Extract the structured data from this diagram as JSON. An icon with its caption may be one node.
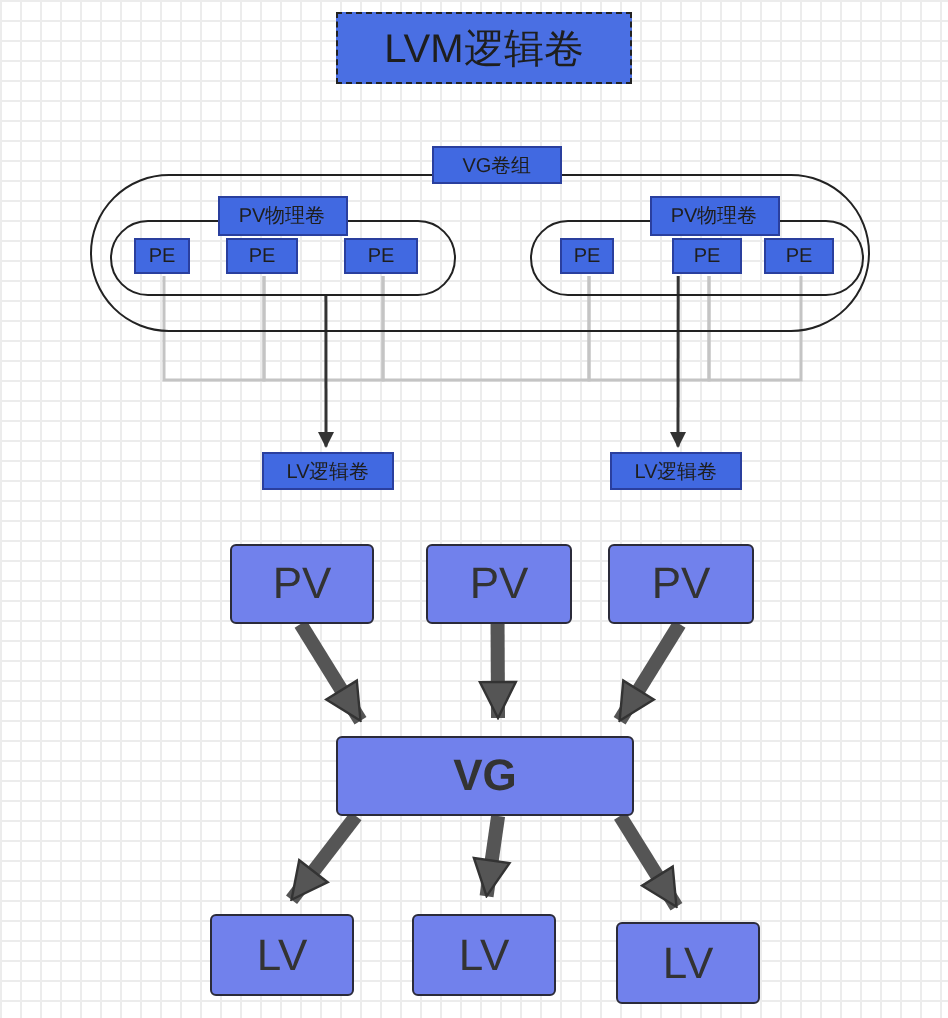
{
  "diagram": {
    "title": "LVM逻辑卷",
    "nodes": [
      {
        "text": [],
        "shape": "box"
      },
      {
        "text": [
          "VG卷组"
        ]
      },
      {
        "text": [],
        "shape": "box",
        "in": 0
      },
      {
        "text": [
          "PV物理卷"
        ],
        "in": 0
      },
      {
        "text": [
          "PE"
        ],
        "in": 2
      },
      {
        "text": [
          "PE"
        ],
        "in": 2
      },
      {
        "text": [
          "PE"
        ],
        "in": 2
      },
      {
        "text": [],
        "shape": "box",
        "in": 0
      },
      {
        "text": [
          "PV物理卷"
        ],
        "in": 0
      },
      {
        "text": [
          "PE"
        ],
        "in": 7
      },
      {
        "text": [
          "PE"
        ],
        "in": 7
      },
      {
        "text": [
          "PE"
        ],
        "in": 7
      },
      {
        "text": [
          "LV逻辑卷"
        ]
      },
      {
        "text": [
          "LV逻辑卷"
        ]
      },
      {
        "text": [
          "PV"
        ]
      },
      {
        "text": [
          "PV"
        ]
      },
      {
        "text": [
          "PV"
        ]
      },
      {
        "text": [
          "VG"
        ]
      },
      {
        "text": [
          "LV"
        ]
      },
      {
        "text": [
          "LV"
        ]
      },
      {
        "text": [
          "LV"
        ]
      }
    ],
    "edges": [
      {
        "from": 4,
        "to": 5,
        "arrow": "none",
        "color": "#c4c4c4"
      },
      {
        "from": 5,
        "to": 6,
        "arrow": "none",
        "color": "#c4c4c4"
      },
      {
        "from": 6,
        "to": 9,
        "arrow": "none",
        "color": "#c4c4c4"
      },
      {
        "from": 9,
        "to": 10,
        "arrow": "none",
        "color": "#c4c4c4"
      },
      {
        "from": 10,
        "to": 11,
        "arrow": "none",
        "color": "#c4c4c4"
      },
      {
        "from": 2,
        "to": 12,
        "arrow": "to"
      },
      {
        "from": 10,
        "to": 13,
        "arrow": "to"
      },
      {
        "from": 14,
        "to": 17,
        "arrow": "to",
        "style": "thick"
      },
      {
        "from": 15,
        "to": 17,
        "arrow": "to",
        "style": "thick"
      },
      {
        "from": 16,
        "to": 17,
        "arrow": "to",
        "style": "thick"
      },
      {
        "from": 17,
        "to": 18,
        "arrow": "to",
        "style": "thick"
      },
      {
        "from": 17,
        "to": 19,
        "arrow": "to",
        "style": "thick"
      },
      {
        "from": 17,
        "to": 20,
        "arrow": "to",
        "style": "thick"
      }
    ]
  }
}
